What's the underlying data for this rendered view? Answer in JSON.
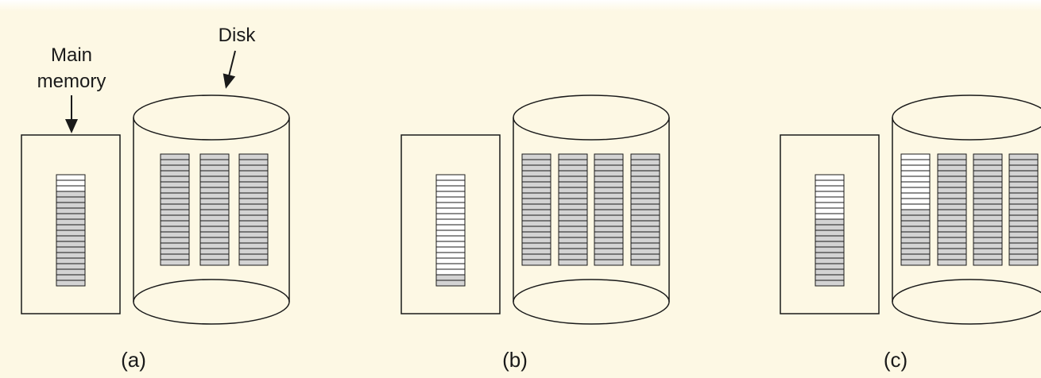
{
  "labels": {
    "main_memory_line1": "Main",
    "main_memory_line2": "memory",
    "disk": "Disk"
  },
  "panels": [
    {
      "caption": "(a)",
      "memory_slots": 20,
      "memory_free_slots": 3,
      "disk_columns": 3,
      "disk_slots_per_column": 20,
      "disk_free_slots": [
        0,
        0,
        0
      ]
    },
    {
      "caption": "(b)",
      "memory_slots": 20,
      "memory_free_slots": 18,
      "disk_columns": 4,
      "disk_slots_per_column": 20,
      "disk_free_slots": [
        0,
        0,
        0,
        0
      ]
    },
    {
      "caption": "(c)",
      "memory_slots": 20,
      "memory_free_slots": 8,
      "disk_columns": 4,
      "disk_slots_per_column": 20,
      "disk_free_slots": [
        10,
        0,
        0,
        0
      ]
    }
  ],
  "colors": {
    "background": "#fdf8e4",
    "occupied_slot": "#d3d3d3",
    "free_slot": "#ffffff",
    "stroke": "#1a1a1a"
  }
}
